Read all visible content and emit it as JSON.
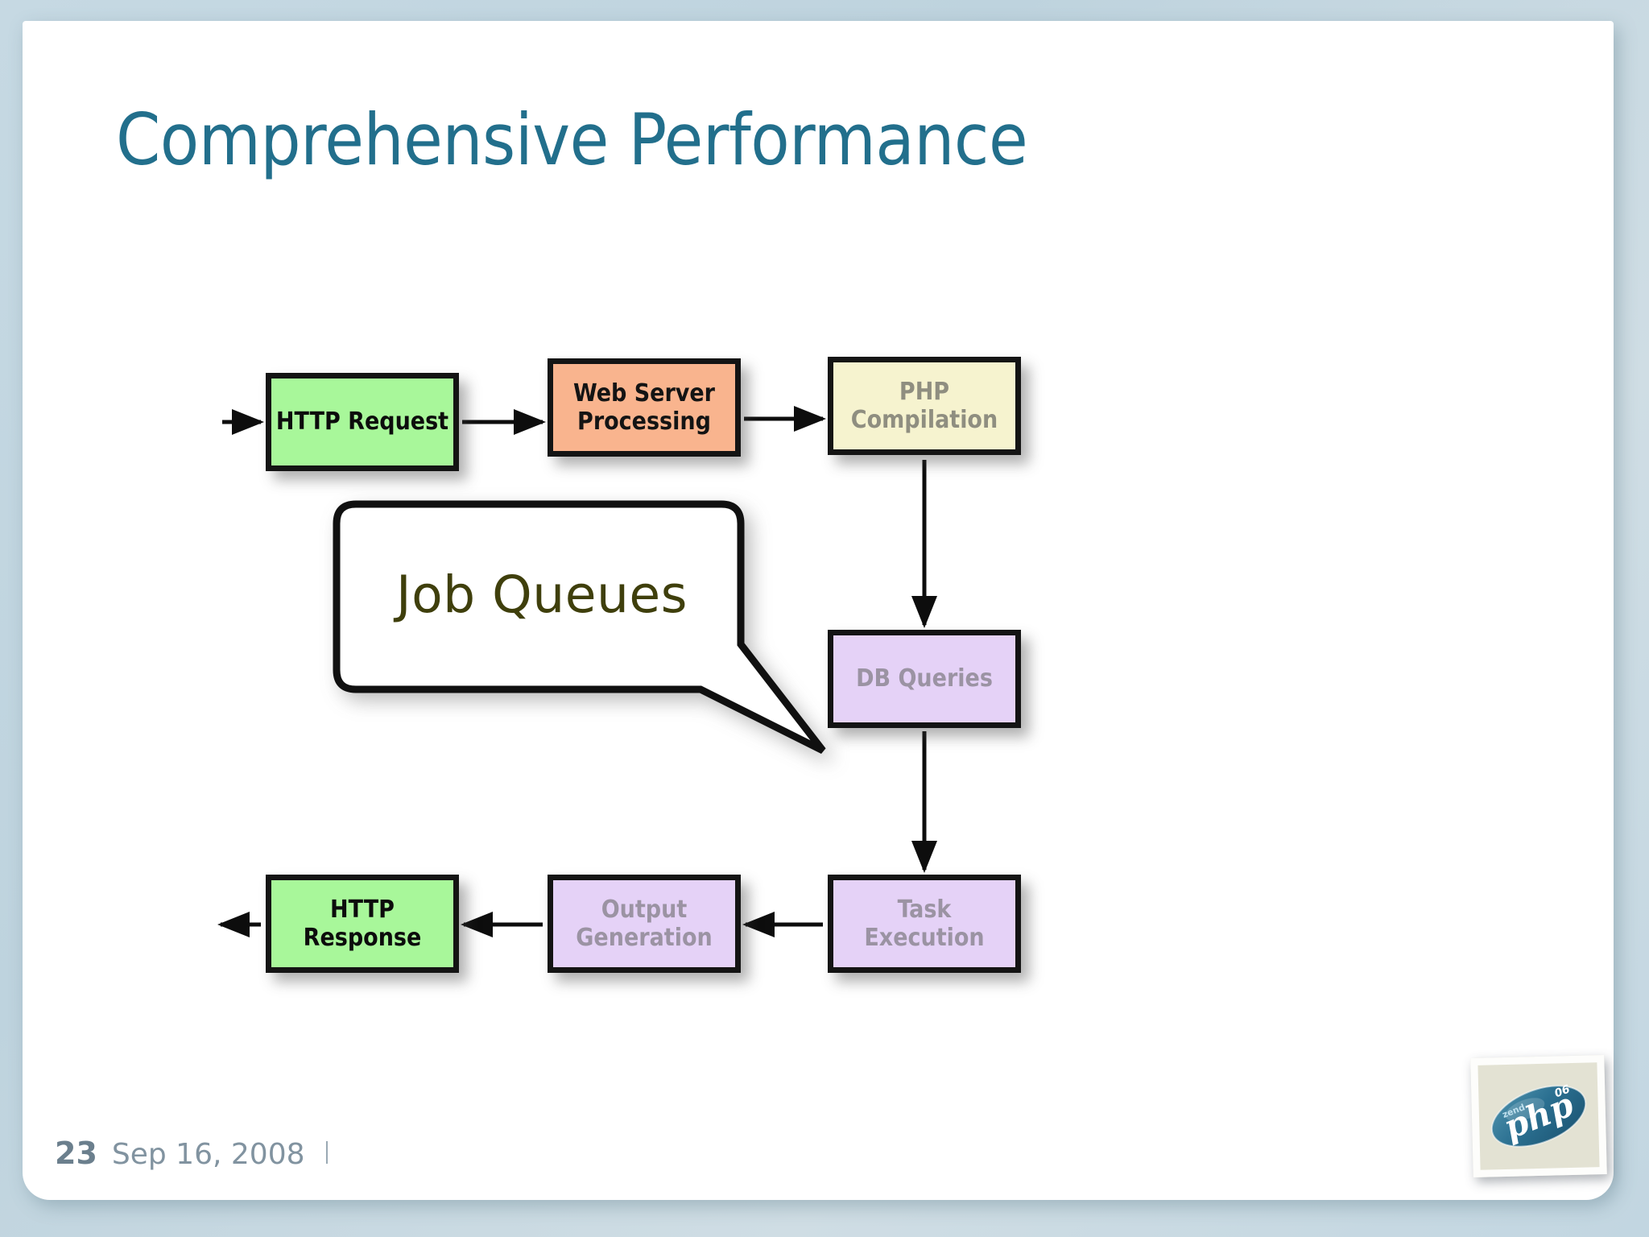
{
  "slide": {
    "title": "Comprehensive Performance",
    "title_color": "#226f8c",
    "background_color": "#ffffff",
    "frame_color": "#c2d6e1"
  },
  "diagram": {
    "type": "flowchart",
    "nodes": [
      {
        "id": "http-request",
        "label": "HTTP Request",
        "fill": "#a8f79a",
        "text_color": "#0c0c0c"
      },
      {
        "id": "web-server",
        "label": "Web Server\nProcessing",
        "fill": "#f9b48e",
        "text_color": "#141414"
      },
      {
        "id": "php-compile",
        "label": "PHP\nCompilation",
        "fill": "#f6f3cf",
        "text_color": "#8f8e80"
      },
      {
        "id": "db-queries",
        "label": "DB Queries",
        "fill": "#e5d2f7",
        "text_color": "#9b93a3"
      },
      {
        "id": "task-exec",
        "label": "Task\nExecution",
        "fill": "#e5d2f7",
        "text_color": "#9b93a3"
      },
      {
        "id": "output-gen",
        "label": "Output\nGeneration",
        "fill": "#e5d2f7",
        "text_color": "#9b93a3"
      },
      {
        "id": "http-response",
        "label": "HTTP Response",
        "fill": "#a8f79a",
        "text_color": "#0c0c0c"
      }
    ],
    "edges": [
      {
        "from": "entry",
        "to": "http-request"
      },
      {
        "from": "http-request",
        "to": "web-server"
      },
      {
        "from": "web-server",
        "to": "php-compile"
      },
      {
        "from": "php-compile",
        "to": "db-queries"
      },
      {
        "from": "db-queries",
        "to": "task-exec"
      },
      {
        "from": "task-exec",
        "to": "output-gen"
      },
      {
        "from": "output-gen",
        "to": "http-response"
      },
      {
        "from": "http-response",
        "to": "exit"
      }
    ]
  },
  "callout": {
    "text": "Job Queues",
    "text_color": "#3f3f0c",
    "points_to": "task-exec"
  },
  "footer": {
    "slide_number": "23",
    "date": "Sep 16, 2008"
  },
  "logo": {
    "name": "php-logo",
    "wordmark": "php",
    "sub_wordmark": "zend",
    "card_color": "#e3e2d3",
    "mark_color": "#2a6f8e"
  }
}
